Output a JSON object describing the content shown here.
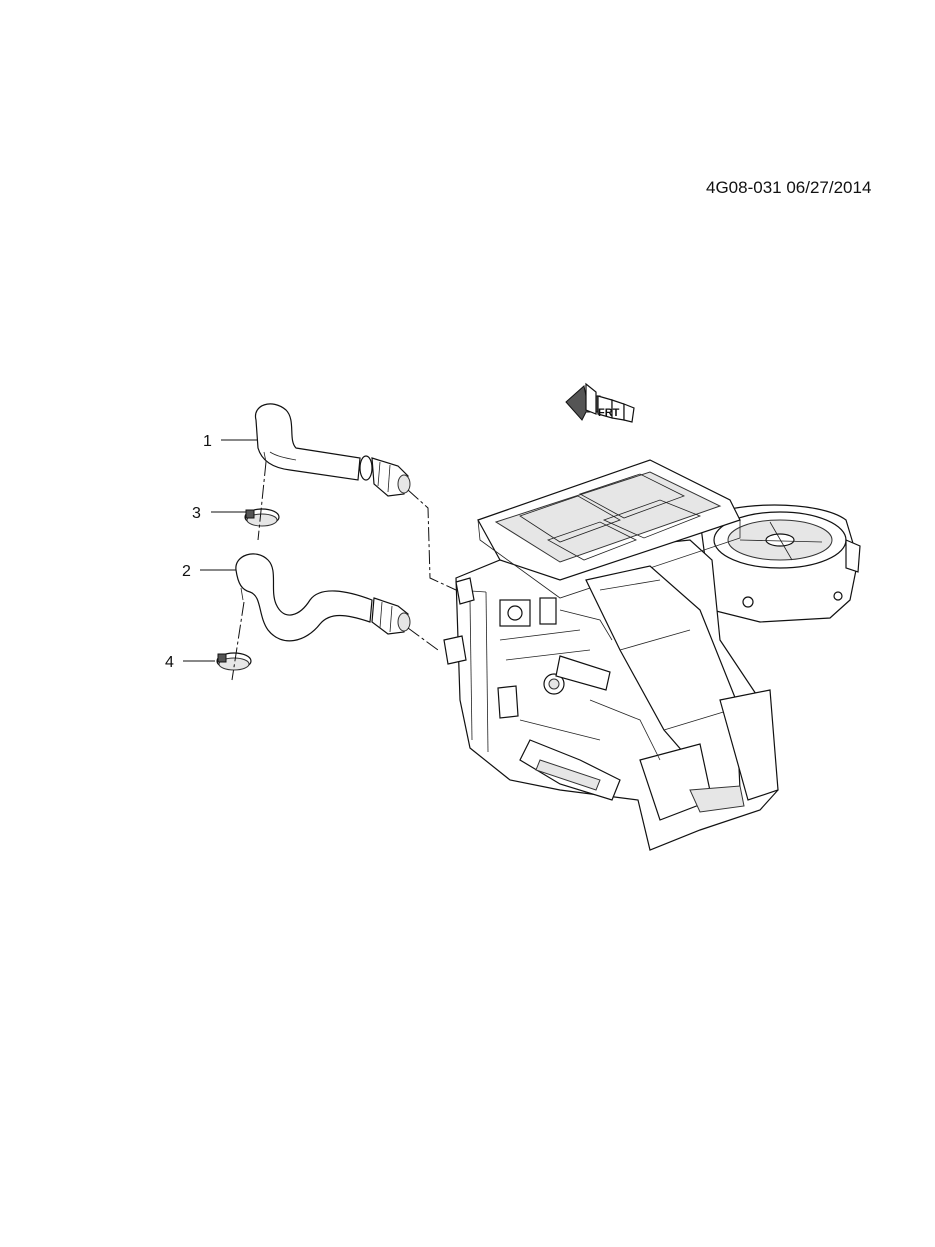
{
  "header": {
    "reference_code": "4G08-031 06/27/2014"
  },
  "callouts": [
    {
      "number": "1",
      "part": "hose"
    },
    {
      "number": "2",
      "part": "hose"
    },
    {
      "number": "3",
      "part": "clamp"
    },
    {
      "number": "4",
      "part": "clamp"
    }
  ],
  "orientation_marker": {
    "icon": "front-arrow-icon",
    "label": "FRT"
  }
}
